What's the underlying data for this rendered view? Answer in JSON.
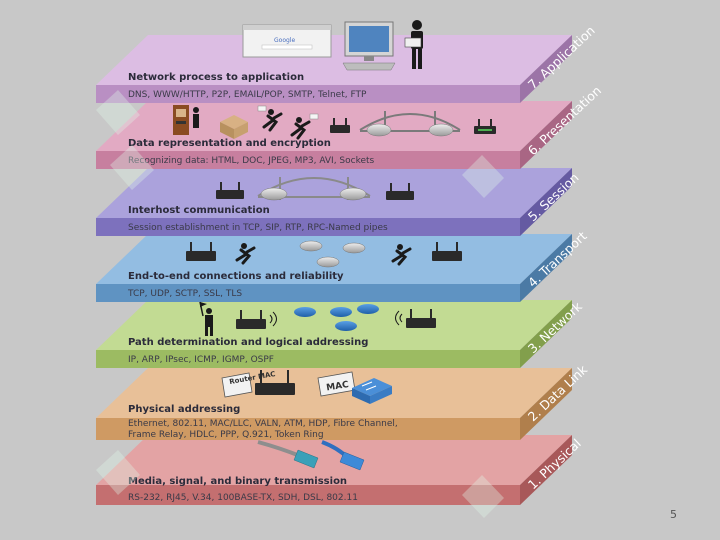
{
  "page_number": "5",
  "layers": [
    {
      "id": "application",
      "name": "7. Application",
      "title": "Network process to application",
      "protocols": [
        "DNS, WWW/HTTP, P2P, EMAIL/POP, SMTP, Telnet, FTP"
      ],
      "color": "#c9a0d2"
    },
    {
      "id": "presentation",
      "name": "6. Presentation",
      "title": "Data representation and encryption",
      "protocols": [
        "Recognizing data: HTML, DOC, JPEG, MP3, AVI, Sockets"
      ],
      "color": "#d68fae"
    },
    {
      "id": "session",
      "name": "5. Session",
      "title": "Interhost communication",
      "protocols": [
        "Session establishment in TCP, SIP, RTP, RPC-Named pipes"
      ],
      "color": "#8c80c9"
    },
    {
      "id": "transport",
      "name": "4. Transport",
      "title": "End-to-end connections and reliability",
      "protocols": [
        "TCP, UDP, SCTP, SSL, TLS"
      ],
      "color": "#6ea2cf"
    },
    {
      "id": "network",
      "name": "3. Network",
      "title": "Path determination and logical addressing",
      "protocols": [
        "IP, ARP, IPsec, ICMP, IGMP, OSPF"
      ],
      "color": "#a9c771"
    },
    {
      "id": "datalink",
      "name": "2. Data Link",
      "title": "Physical addressing",
      "protocols": [
        "Ethernet, 802.11, MAC/LLC, VALN, ATM, HDP, Fibre Channel,",
        "Frame Relay, HDLC,  PPP, Q.921, Token Ring"
      ],
      "color": "#d8a874"
    },
    {
      "id": "physical",
      "name": "1. Physical",
      "title": "Media, signal, and binary transmission",
      "protocols": [
        "RS-232, RJ45, V.34, 100BASE-TX, SDH, DSL, 802.11"
      ],
      "color": "#d47f80"
    }
  ],
  "illustration_labels": {
    "browser_logo": "Google",
    "router_mac_tag": "Router MAC",
    "mac_tag": "MAC"
  },
  "icons": [
    "globe-browser-icon",
    "computer-monitor-icon",
    "person-with-laptop-icon",
    "router-icon",
    "bridge-icon",
    "running-courier-icon",
    "switch-icon",
    "ethernet-cable-icon"
  ]
}
